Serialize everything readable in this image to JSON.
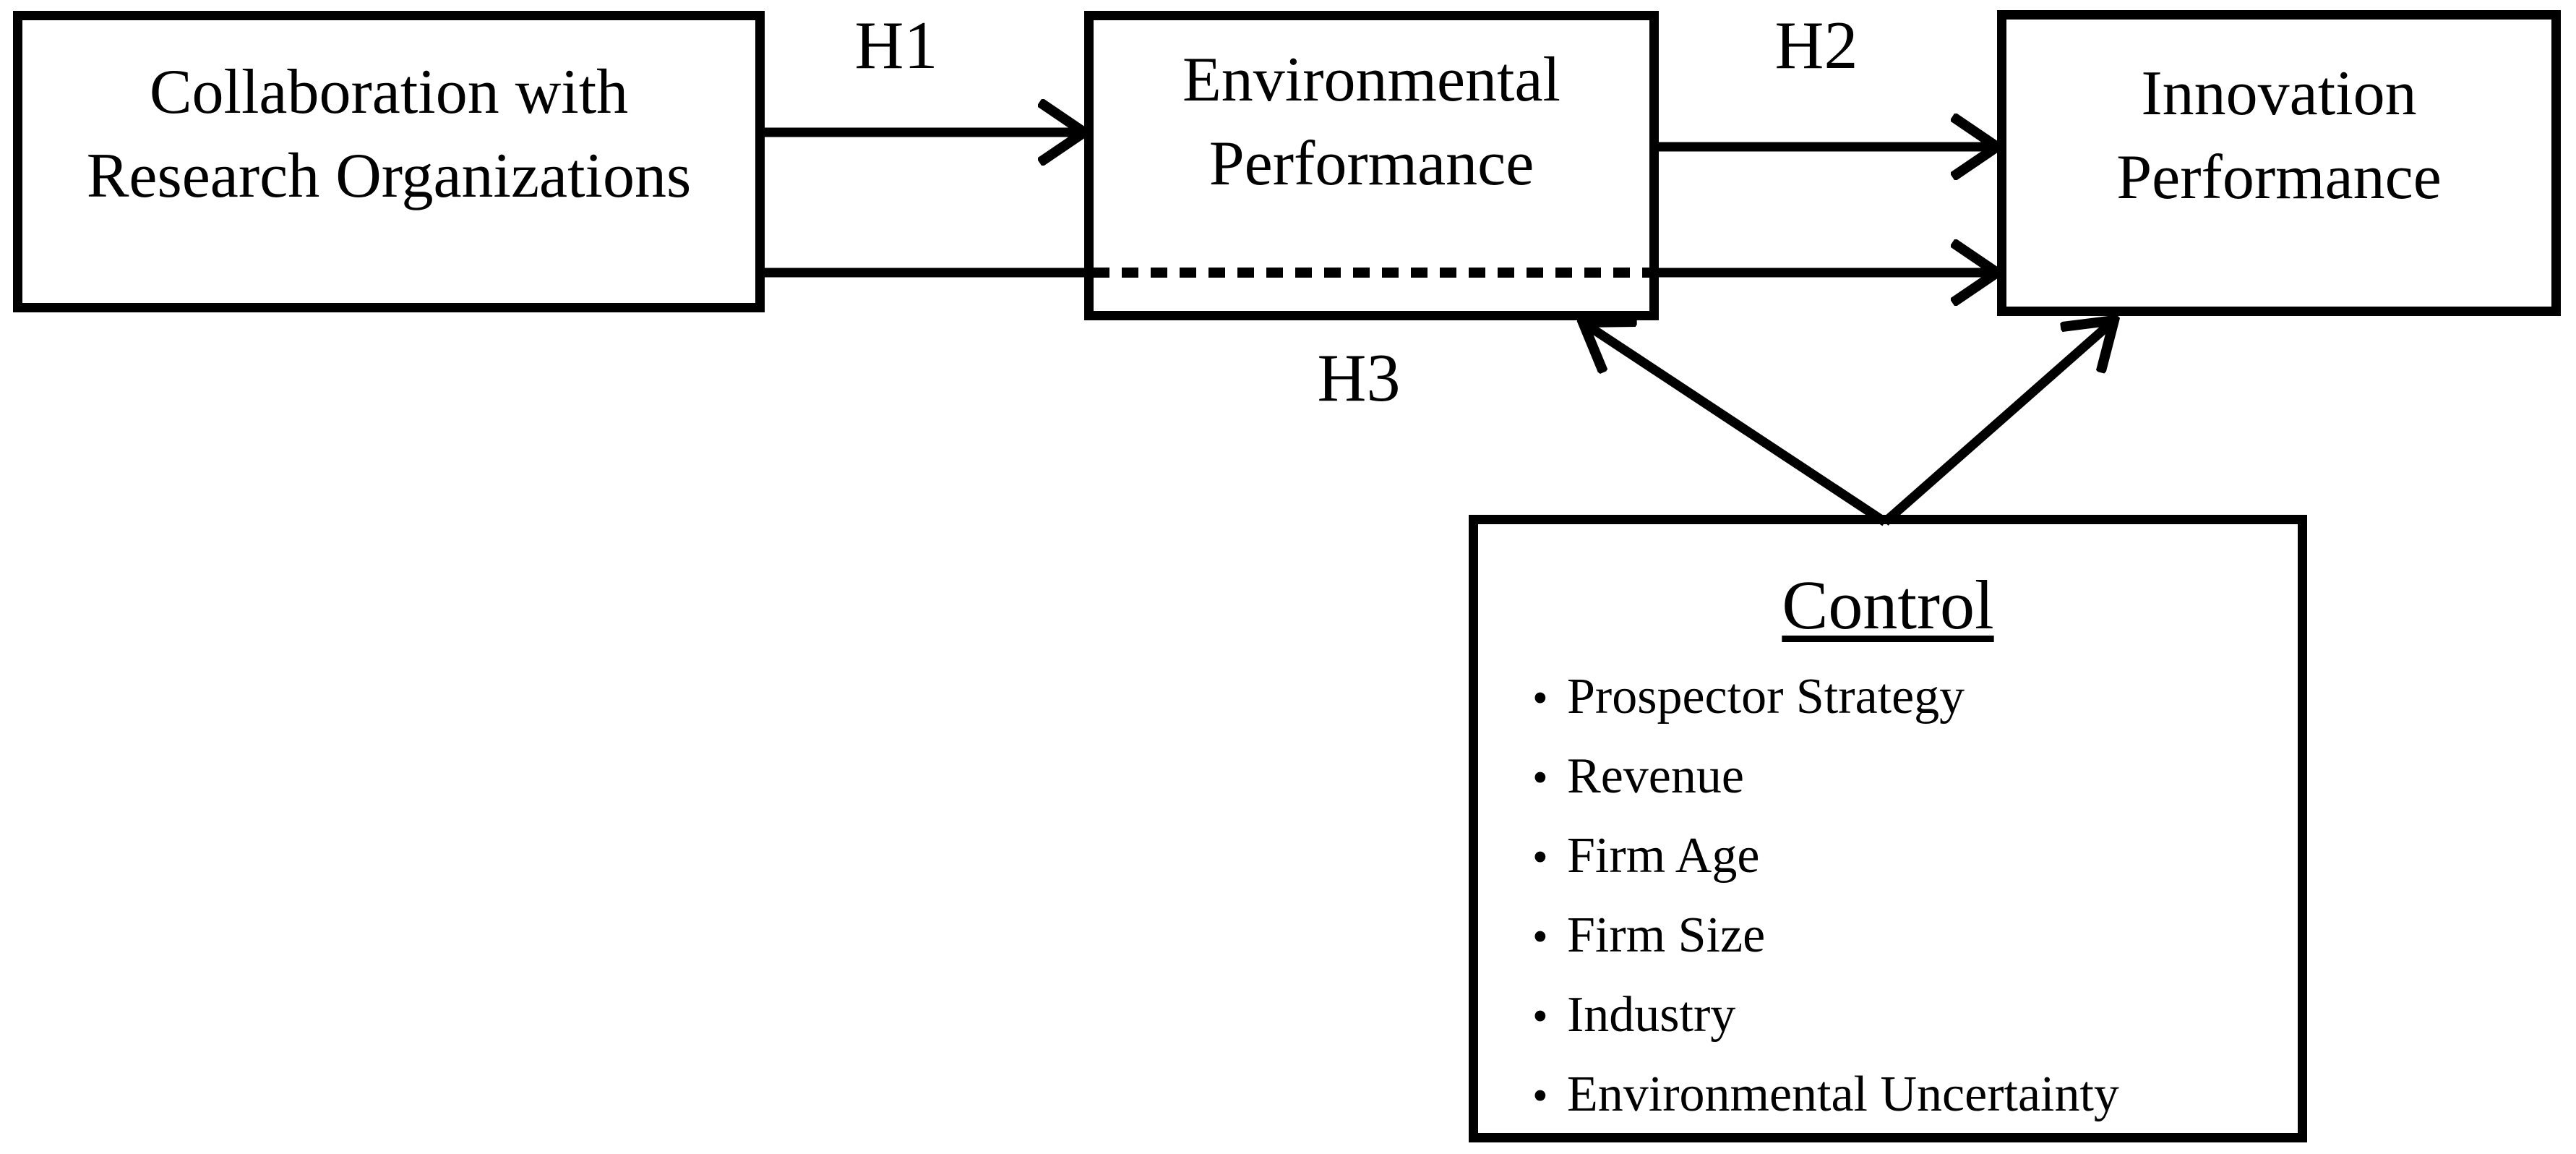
{
  "figure": {
    "colors": {
      "ink": "#000000",
      "background": "#ffffff"
    },
    "boxes": {
      "collaboration": {
        "line1": "Collaboration with",
        "line2": "Research Organizations"
      },
      "environmental": {
        "line1": "Environmental",
        "line2": "Performance"
      },
      "innovation": {
        "line1": "Innovation",
        "line2": "Performance"
      },
      "control": {
        "title": "Control",
        "bullet": "•",
        "items": [
          "Prospector Strategy",
          "Revenue",
          "Firm Age",
          "Firm Size",
          "Industry",
          "Environmental Uncertainty"
        ]
      }
    },
    "hypothesis_labels": {
      "h1": "H1",
      "h2": "H2",
      "h3": "H3"
    }
  }
}
